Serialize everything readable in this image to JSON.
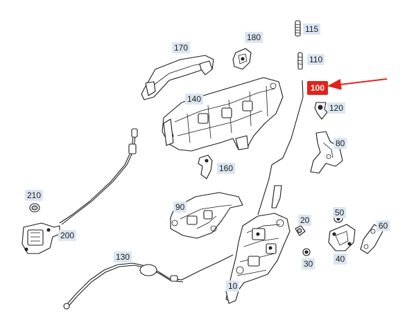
{
  "diagram": {
    "highlight_color": "#e2231a",
    "label_color": "#dbe6f2",
    "callouts": {
      "c115": "115",
      "c110": "110",
      "c100": "100",
      "c120": "120",
      "c80": "80",
      "c180": "180",
      "c170": "170",
      "c140": "140",
      "c160": "160",
      "c210": "210",
      "c200": "200",
      "c90": "90",
      "c130": "130",
      "c20": "20",
      "c50": "50",
      "c60": "60",
      "c30": "30",
      "c40": "40",
      "c10": "10"
    },
    "highlighted_part": "100"
  }
}
